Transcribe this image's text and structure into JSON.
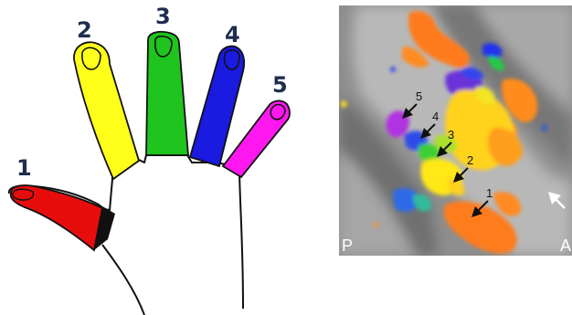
{
  "hand_diagram": {
    "finger_labels": [
      "1",
      "2",
      "3",
      "4",
      "5"
    ],
    "finger_colors": [
      "#e80d0d",
      "#ffff1a",
      "#1fc41f",
      "#1a1ae0",
      "#ff17f0"
    ]
  },
  "brain_map": {
    "digit_labels": [
      "1",
      "2",
      "3",
      "4",
      "5"
    ],
    "posterior_label": "P",
    "anterior_label": "A",
    "background_color": "#8e8e8e"
  }
}
